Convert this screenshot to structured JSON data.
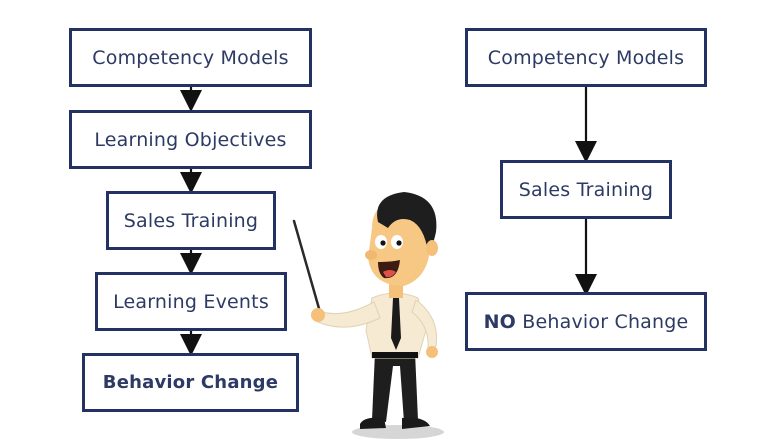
{
  "left_flow": {
    "box1": "Competency Models",
    "box2": "Learning Objectives",
    "box3": "Sales Training",
    "box4": "Learning Events",
    "box5": "Behavior Change"
  },
  "right_flow": {
    "box1": "Competency Models",
    "box2": "Sales Training",
    "box3_strong": "NO",
    "box3_rest": " Behavior Change"
  },
  "colors": {
    "box_border": "#243163",
    "text": "#2d3a64",
    "arrow": "#111111"
  },
  "illustration": "presenter-character-with-pointer"
}
